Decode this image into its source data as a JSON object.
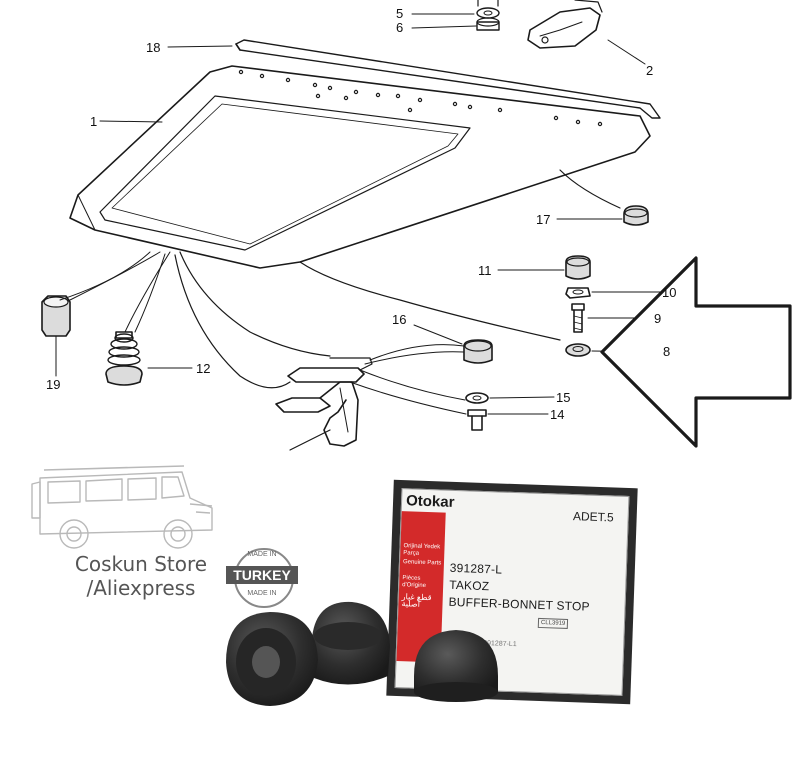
{
  "callouts": {
    "c5": "5",
    "c6": "6",
    "c18": "18",
    "c2": "2",
    "c1": "1",
    "c17": "17",
    "c11": "11",
    "c10": "10",
    "c9": "9",
    "c8": "8",
    "c16": "16",
    "c12": "12",
    "c19": "19",
    "c15": "15",
    "c14": "14"
  },
  "store": {
    "line1": "Coskun Store",
    "line2": "/Aliexpress",
    "badge_top": "MADE IN",
    "badge_main": "TURKEY",
    "badge_bottom": "MADE IN"
  },
  "package": {
    "brand": "Otokar",
    "quantity": "ADET.5",
    "part_number": "391287-L",
    "name_tr": "TAKOZ",
    "name_en": "BUFFER-BONNET STOP",
    "red_label": [
      "Orijinal Yedek Parça",
      "Genuine Parts",
      "Pièces d'Origine",
      "قطع غيار أصلية"
    ],
    "code": "CLL3919",
    "sub": "391287-L1"
  },
  "colors": {
    "line": "#1a1a1a",
    "rubber": "#2e2e2e",
    "red": "#d32a2a"
  }
}
